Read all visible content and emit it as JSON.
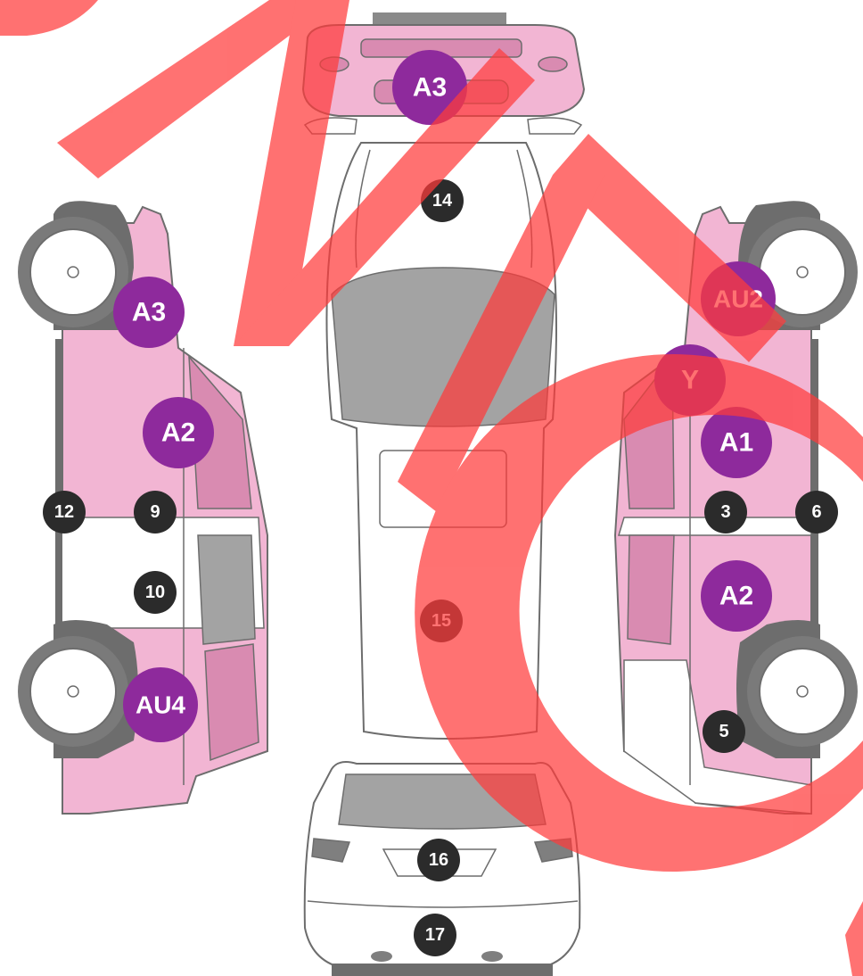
{
  "colors": {
    "damaged_fill": "#f2b5d3",
    "damaged_dark": "#d98bb1",
    "panel_fill": "#ffffff",
    "outline": "#6d6d6d",
    "glass": "#a3a3a3",
    "tire": "#7a7a7a",
    "marker_purple": "#8e2a9c",
    "marker_dark": "#2b2b2b",
    "watermark": "#ff3b3b"
  },
  "views": {
    "front": "front-view",
    "top": "top-view",
    "left": "left-side-view",
    "right": "right-side-view",
    "rear": "rear-view"
  },
  "markers": {
    "front_a3": "A3",
    "left_a3": "A3",
    "left_a2": "A2",
    "left_12": "12",
    "left_9": "9",
    "left_10": "10",
    "left_au4": "AU4",
    "top_14": "14",
    "top_15": "15",
    "right_au2": "AU2",
    "right_y": "Y",
    "right_a1": "A1",
    "right_3": "3",
    "right_6": "6",
    "right_a2": "A2",
    "right_5": "5",
    "rear_16": "16",
    "rear_17": "17"
  }
}
